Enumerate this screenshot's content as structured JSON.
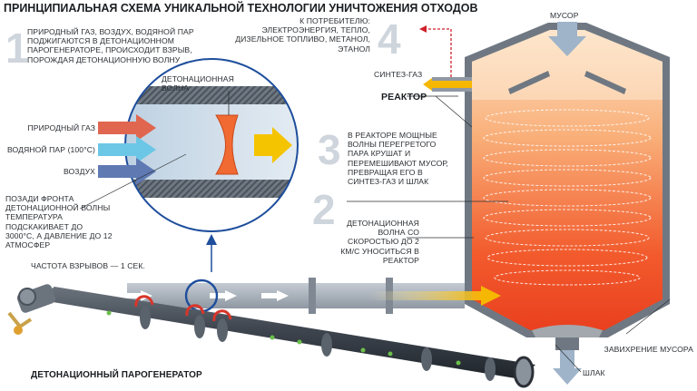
{
  "title": "ПРИНЦИПИАЛЬНАЯ СХЕМА УНИКАЛЬНОЙ ТЕХНОЛОГИИ УНИЧТОЖЕНИЯ ОТХОДОВ",
  "steps": [
    {
      "number": "1",
      "text": "ПРИРОДНЫЙ ГАЗ, ВОЗДУХ, ВОДЯНОЙ ПАР ПОДЖИГАЮТСЯ В ДЕТОНАЦИОННОМ ПАРОГЕНЕРАТОРЕ, ПРОИСХОДИТ ВЗРЫВ, ПОРОЖДАЯ ДЕТОНАЦИОННУЮ ВОЛНУ"
    },
    {
      "number": "2",
      "text": "ДЕТОНАЦИОННАЯ ВОЛНА СО СКОРОСТЬЮ ДО 2 КМ/С УНОСИТЬСЯ В РЕАКТОР"
    },
    {
      "number": "3",
      "text": "В РЕАКТОРЕ МОЩНЫЕ ВОЛНЫ ПЕРЕГРЕТОГО ПАРА КРУШАТ И ПЕРЕМЕШИВАЮТ МУСОР, ПРЕВРАЩАЯ ЕГО В СИНТЕЗ-ГАЗ И ШЛАК"
    },
    {
      "number": "4",
      "text": "К ПОТРЕБИТЕЛЮ: ЭЛЕКТРОЭНЕРГИЯ, ТЕПЛО, ДИЗЕЛЬНОЕ ТОПЛИВО, МЕТАНОЛ, ЭТАНОЛ"
    }
  ],
  "inset": {
    "wave_label": "ДЕТОНАЦИОННАЯ ВОЛНА",
    "inputs": [
      "ПРИРОДНЫЙ ГАЗ",
      "ВОДЯНОЙ ПАР (100°C)",
      "ВОЗДУХ"
    ],
    "note": "ПОЗАДИ ФРОНТА ДЕТОНАЦИОННОЙ ВОЛНЫ ТЕМПЕРАТУРА ПОДСКАКИВАЕТ ДО 3000°C, А ДАВЛЕНИЕ ДО 12 АТМОСФЕР"
  },
  "labels": {
    "frequency": "ЧАСТОТА ВЗРЫВОВ — 1 СЕК.",
    "generator": "ДЕТОНАЦИОННЫЙ ПАРОГЕНЕРАТОР",
    "reactor": "РЕАКТОР",
    "waste": "МУСОР",
    "syngas": "СИНТЕЗ-ГАЗ",
    "slag": "ШЛАК",
    "swirl": "ЗАВИХРЕНИЕ МУСОРА"
  },
  "colors": {
    "gas_arrow": "#e0664f",
    "steam_arrow": "#6cc6e6",
    "air_arrow": "#5f79b3",
    "wave_arrow": "#f5b700",
    "reactor_hot": "#f0502a",
    "steel": "#9aa3ad",
    "pipe": "#3f4650",
    "consumer_arrow": "#d0202a"
  }
}
